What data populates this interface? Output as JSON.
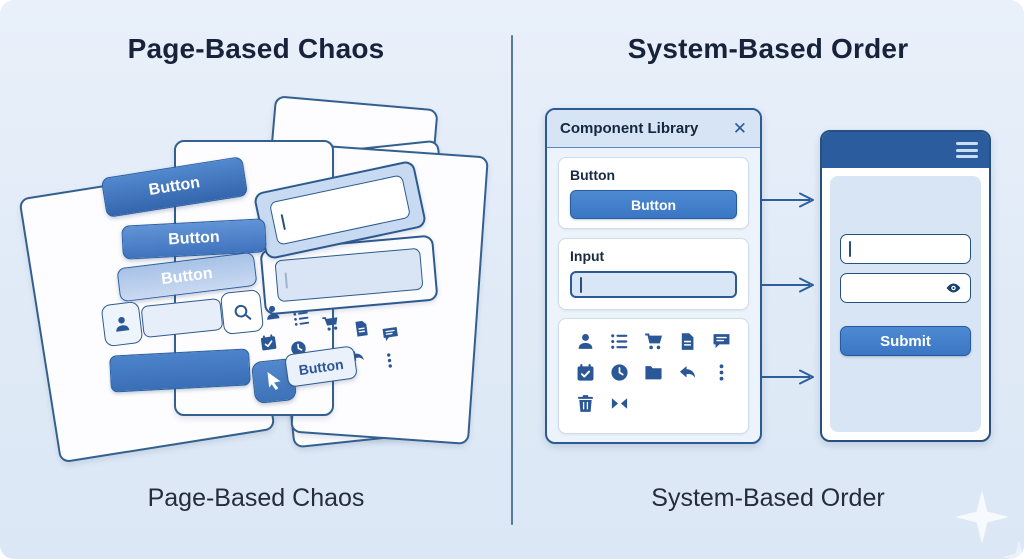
{
  "left": {
    "title": "Page-Based Chaos",
    "caption": "Page-Based Chaos",
    "stacked_buttons": [
      "Button",
      "Button",
      "Button"
    ],
    "chip_button_label": "Button",
    "avatar_icon": "user",
    "search_icon": "search",
    "cursor_icon": "cursor",
    "scatter_icons_row1": [
      "user",
      "list",
      "cart",
      "file",
      "chat"
    ],
    "scatter_icons_row2": [
      "calendar-check",
      "clock",
      "reply",
      "more-vertical"
    ]
  },
  "right": {
    "title": "System-Based Order",
    "caption": "System-Based Order",
    "library": {
      "title": "Component Library",
      "close_label": "✕",
      "button_section": {
        "label": "Button",
        "button_label": "Button"
      },
      "input_section": {
        "label": "Input"
      },
      "icon_grid": [
        "user",
        "list",
        "cart",
        "file",
        "chat",
        "calendar-check",
        "clock",
        "folder",
        "reply",
        "more-vertical",
        "trash",
        "flip"
      ]
    },
    "mockup": {
      "menu_icon": "hamburger",
      "password_icon": "eye",
      "submit_label": "Submit"
    }
  },
  "colors": {
    "accent_blue": "#3b76c4",
    "dark_blue": "#2b5a97",
    "icon_blue": "#2b5797",
    "header_blue": "#2b5c9e",
    "panel_blue": "#d8e5f4",
    "background_blue": "#e1ebf7"
  }
}
